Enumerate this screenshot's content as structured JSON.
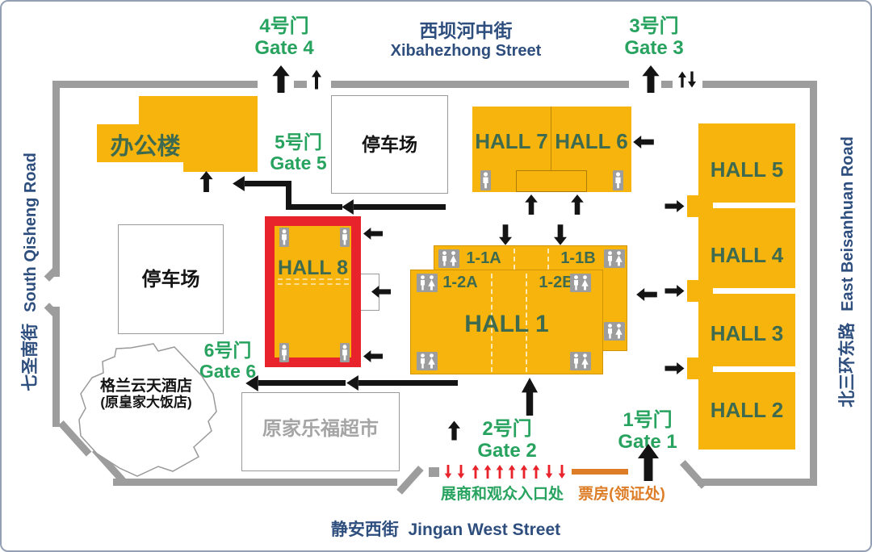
{
  "streets": {
    "top_zh": "西坝河中街",
    "top_en": "Xibahezhong Street",
    "bottom_zh": "静安西街",
    "bottom_en": "Jingan West Street",
    "left_zh": "七圣南街",
    "left_en": "South Qisheng Road",
    "right_zh": "北三环东路",
    "right_en": "East Beisanhuan Road"
  },
  "gates": {
    "g1_zh": "1号门",
    "g1_en": "Gate 1",
    "g2_zh": "2号门",
    "g2_en": "Gate 2",
    "g3_zh": "3号门",
    "g3_en": "Gate 3",
    "g4_zh": "4号门",
    "g4_en": "Gate 4",
    "g5_zh": "5号门",
    "g5_en": "Gate 5",
    "g6_zh": "6号门",
    "g6_en": "Gate 6"
  },
  "halls": {
    "h1": "HALL 1",
    "h2": "HALL 2",
    "h3": "HALL 3",
    "h4": "HALL 4",
    "h5": "HALL 5",
    "h6": "HALL 6",
    "h7": "HALL 7",
    "h8": "HALL 8",
    "s1a": "1-1A",
    "s1b": "1-1B",
    "s2a": "1-2A",
    "s2b": "1-2B"
  },
  "buildings": {
    "office": "办公楼",
    "parking_top": "停车场",
    "parking_left": "停车场",
    "hotel_line1": "格兰云天酒店",
    "hotel_line2": "(原皇家大饭店)",
    "supermarket": "原家乐福超市"
  },
  "notes": {
    "entrance": "展商和观众入口处",
    "ticket": "票房(领证处)"
  },
  "colors": {
    "hall_fill": "#F7B40D",
    "hall_text": "#3E6B50",
    "gate_text": "#27A35F",
    "street_text": "#2E4E7E",
    "highlight_red": "#E8232B",
    "ticket_orange": "#DD7D27",
    "wall_gray": "#9D9D9D"
  }
}
